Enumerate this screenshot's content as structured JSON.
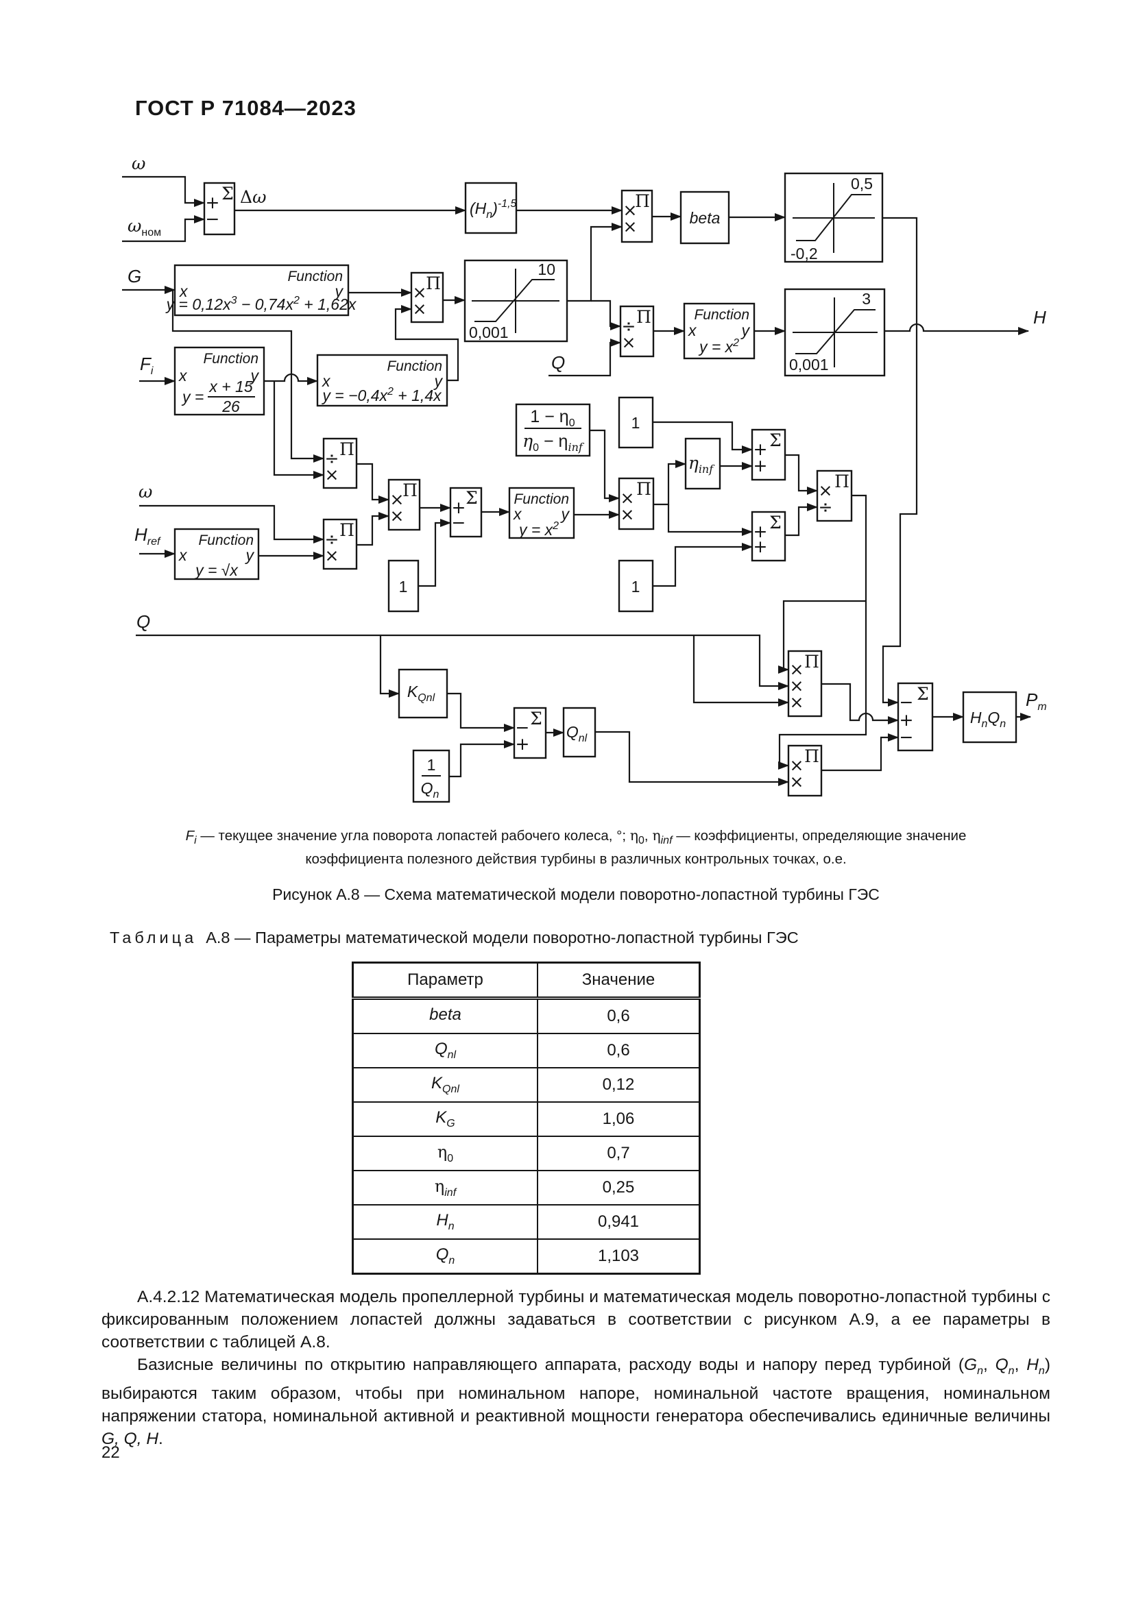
{
  "page": {
    "header": "ГОСТ Р 71084—2023",
    "number": "22"
  },
  "figure": {
    "d": {
      "omega": "ω",
      "nom": "ном",
      "delta": "Δ",
      "G": "G",
      "F": "F",
      "i": "i",
      "H": "H",
      "ref": "ref",
      "Q": "Q",
      "P": "P",
      "m": "m",
      "n": "n",
      "one": "1",
      "beta": "beta",
      "pi": "Π",
      "sigma": "Σ",
      "plus": "+",
      "minus": "−",
      "times": "×",
      "div": "÷",
      "func": "Function",
      "x": "x",
      "y": "y",
      "fnG_a": "y = 0,12x",
      "fnG_b": " − 0,74x",
      "fnG_c": " + 1,62x",
      "sup2": "2",
      "sup3": "3",
      "hn_a": "(H",
      "hn_b": ")",
      "hn_e": "-1,5",
      "sat1_hi": "0,5",
      "sat1_lo": "-0,2",
      "sat2_hi": "10",
      "sat3_hi": "3",
      "sat_lo": "0,001",
      "fnFi_pre": "y =",
      "fnFi_num": "x + 15",
      "fnFi_den": "26",
      "fnFi2_a": "y = −0,4x",
      "fnFi2_b": " + 1,4x",
      "fnx2_a": "y = x",
      "fnHref": "y = √x",
      "ef_num": "1 − η",
      "ef_d1": "η",
      "ef_d2": " − η",
      "zero": "0",
      "inf": "inf",
      "eta": "η",
      "K": "K",
      "Qnl_s": "Qnl",
      "nl": "nl"
    },
    "note": {
      "f": "F",
      "fsub": "i",
      "t1": " — текущее значение угла поворота лопастей рабочего колеса, °; ",
      "e1": "η",
      "e1s": "0",
      "t2": ", ",
      "e2": "η",
      "e2s": "inf",
      "t3": " — коэффициенты, определяющие значение",
      "line2": "коэффициента полезного действия турбины в различных контрольных точках, о.е."
    },
    "caption": "Рисунок А.8 — Схема математической модели поворотно-лопастной турбины ГЭС"
  },
  "table": {
    "title_word": "Таблица",
    "title_rest": "А.8 — Параметры математической модели поворотно-лопастной турбины ГЭС",
    "col_param": "Параметр",
    "col_value": "Значение",
    "rows": [
      {
        "base": "beta",
        "sub": "",
        "value": "0,6"
      },
      {
        "base": "Q",
        "sub": "nl",
        "value": "0,6"
      },
      {
        "base": "K",
        "sub": "Qnl",
        "value": "0,12"
      },
      {
        "base": "K",
        "sub": "G",
        "value": "1,06"
      },
      {
        "base": "η",
        "sub": "0",
        "value": "0,7"
      },
      {
        "base": "η",
        "sub": "inf",
        "value": "0,25"
      },
      {
        "base": "H",
        "sub": "n",
        "value": "0,941"
      },
      {
        "base": "Q",
        "sub": "n",
        "value": "1,103"
      }
    ]
  },
  "text": {
    "p1": "А.4.2.12 Математическая модель пропеллерной турбины и математическая модель поворотно-лопастной турбины с фиксированным положением лопастей должны задаваться в соответствии с рисунком А.9, а ее параметры в соответствии с таблицей А.8.",
    "p2a": "Базисные величины по открытию направляющего аппарата, расходу воды и напору перед турбиной (",
    "Gb": "G",
    "Qb": "Q",
    "Hb": "H",
    "nsub": "n",
    "sep": ", ",
    "p2b": ") выбираются таким образом, чтобы при номинальном напоре, номинальной частоте вращения, номинальном напряжении статора, номинальной активной и реактивной мощности генератора обеспечивались единичные величины ",
    "p2c": "G, Q, H",
    "dot": "."
  }
}
